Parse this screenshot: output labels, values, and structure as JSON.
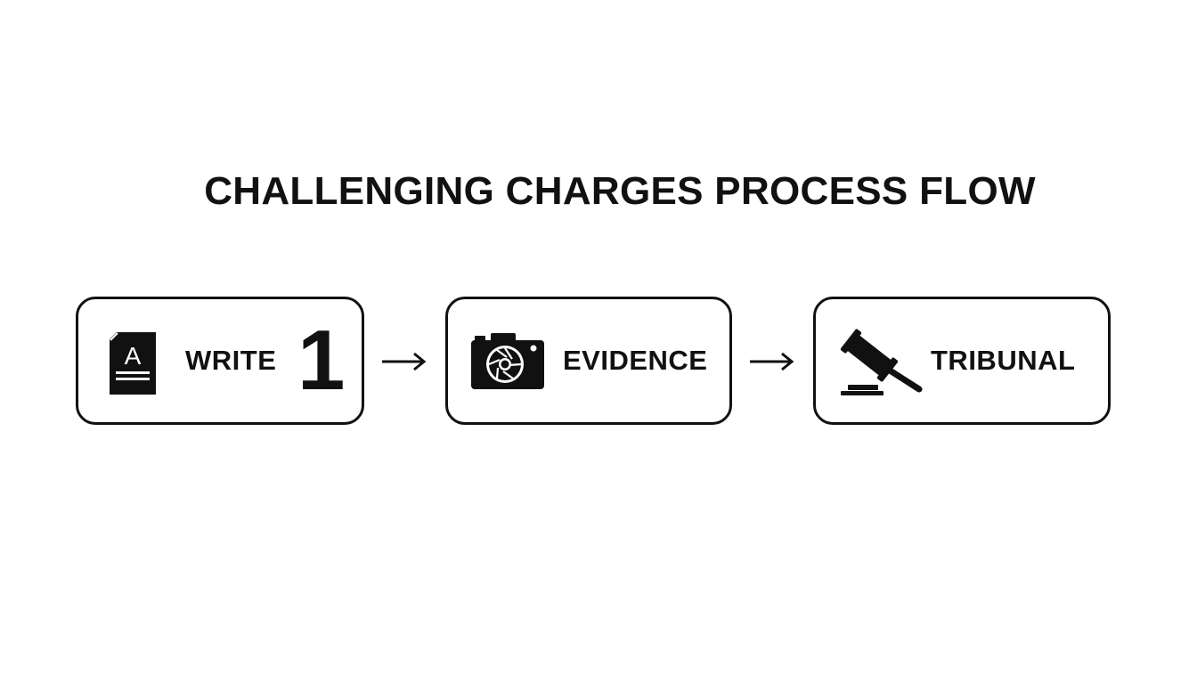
{
  "title": "CHALLENGING CHARGES PROCESS FLOW",
  "steps": [
    {
      "label": "WRITE",
      "number": "1",
      "icon": "document-letter-a-icon"
    },
    {
      "label": "EVIDENCE",
      "icon": "camera-icon"
    },
    {
      "label": "TRIBUNAL",
      "icon": "gavel-icon"
    }
  ],
  "arrows": [
    "arrow-right-icon",
    "arrow-right-icon"
  ],
  "colors": {
    "ink": "#111111",
    "background": "#ffffff"
  }
}
